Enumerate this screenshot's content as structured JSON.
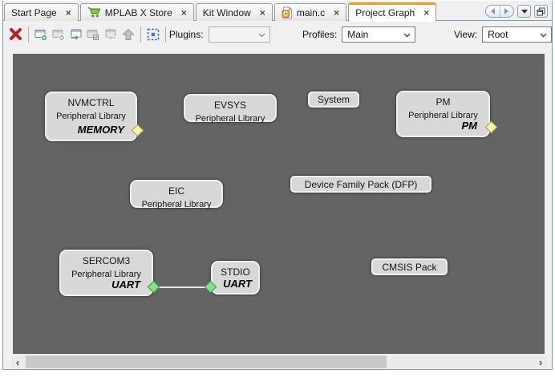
{
  "tab_bar": {
    "tabs": [
      {
        "label": "Start Page"
      },
      {
        "label": "MPLAB X Store",
        "icon": "store-cart-icon"
      },
      {
        "label": "Kit Window"
      },
      {
        "label": "main.c",
        "icon": "c-file-icon"
      },
      {
        "label": "Project Graph",
        "selected": true
      }
    ]
  },
  "icons": {
    "close": "×",
    "scroll_left": "‹",
    "scroll_right": "›"
  },
  "toolbar": {
    "plugins_label": "Plugins:",
    "plugins_value": "",
    "profiles_label": "Profiles:",
    "profiles_value": "Main",
    "view_label": "View:",
    "view_value": "Root",
    "buttons": [
      {
        "name": "delete",
        "enabled": true
      },
      {
        "name": "add-component",
        "enabled": true
      },
      {
        "name": "remove-component",
        "enabled": false
      },
      {
        "name": "import-component",
        "enabled": true
      },
      {
        "name": "apply-component",
        "enabled": false
      },
      {
        "name": "revert-component",
        "enabled": false
      },
      {
        "name": "move-up",
        "enabled": false
      },
      {
        "name": "fit-to-view",
        "enabled": true
      }
    ]
  },
  "graph": {
    "nodes": [
      {
        "title": "NVMCTRL",
        "subtitle": "Peripheral Library",
        "tag": "MEMORY",
        "port": "yellow"
      },
      {
        "title": "EVSYS",
        "subtitle": "Peripheral Library"
      },
      {
        "title": "System"
      },
      {
        "title": "PM",
        "subtitle": "Peripheral Library",
        "tag": "PM",
        "port": "yellow"
      },
      {
        "title": "EIC",
        "subtitle": "Peripheral Library"
      },
      {
        "title": "Device Family Pack (DFP)"
      },
      {
        "title": "SERCOM3",
        "subtitle": "Peripheral Library",
        "tag": "UART",
        "port": "green"
      },
      {
        "title": "STDIO",
        "tag": "UART",
        "port": "green"
      },
      {
        "title": "CMSIS Pack"
      }
    ],
    "edges": [
      {
        "from": "SERCOM3",
        "to": "STDIO"
      }
    ]
  },
  "colors": {
    "accent_orange": "#f29b1d",
    "panel_border_blue": "#7e9cba",
    "canvas_gray": "#646464",
    "node_fill": "#d8d8d8",
    "port_yellow": "#f7f3a6",
    "port_green": "#86e286",
    "delete_red": "#c01f1f",
    "cart_green": "#8cc63f"
  }
}
